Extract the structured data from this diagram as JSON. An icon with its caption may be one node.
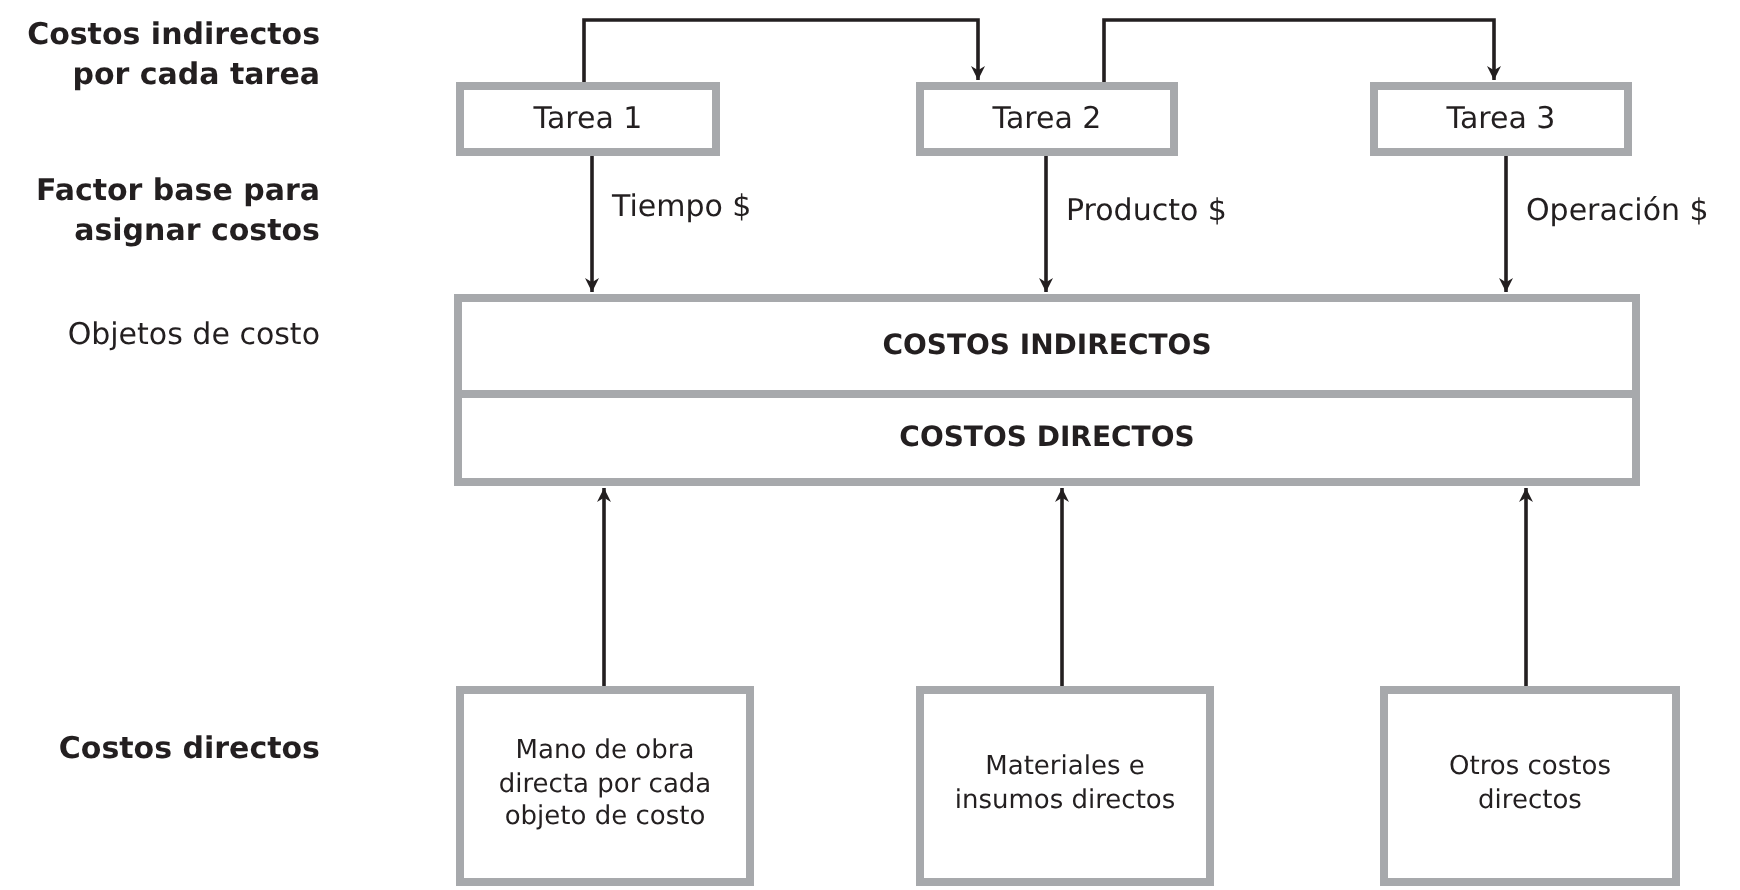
{
  "diagram": {
    "nodes": [
      {
        "text": [
          "Tarea 1"
        ]
      },
      {
        "text": [
          "Tarea 2"
        ]
      },
      {
        "text": [
          "Tarea 3"
        ]
      },
      {
        "text": [
          "COSTOS INDIRECTOS"
        ]
      },
      {
        "text": [
          "COSTOS DIRECTOS"
        ]
      },
      {
        "text": [
          "Mano de obra directa por cada objeto de costo"
        ]
      },
      {
        "text": [
          "Materiales e insumos directos"
        ]
      },
      {
        "text": [
          "Otros costos directos"
        ]
      }
    ],
    "edges": [
      {
        "from": 0,
        "to": 1,
        "arrow": "to"
      },
      {
        "from": 1,
        "to": 2,
        "arrow": "to"
      },
      {
        "from": 0,
        "to": 3,
        "arrow": "to",
        "label": "Tiempo $"
      },
      {
        "from": 1,
        "to": 3,
        "arrow": "to",
        "label": "Producto $"
      },
      {
        "from": 2,
        "to": 3,
        "arrow": "to",
        "label": "Operación $"
      },
      {
        "from": 5,
        "to": 4,
        "arrow": "to"
      },
      {
        "from": 6,
        "to": 4,
        "arrow": "to"
      },
      {
        "from": 7,
        "to": 4,
        "arrow": "to"
      }
    ],
    "labels": [
      "Costos indirectos por cada tarea",
      "Factor base para asignar costos",
      "Objetos de costo",
      "Costos directos"
    ]
  }
}
